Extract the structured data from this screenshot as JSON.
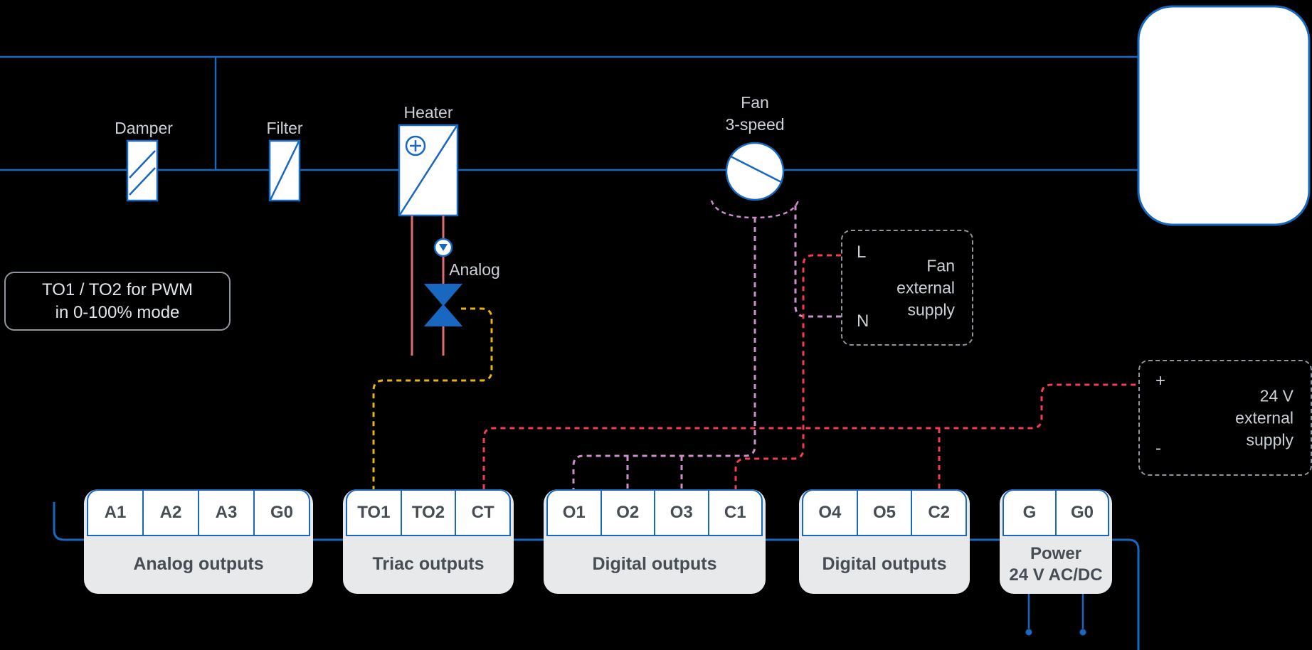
{
  "colors": {
    "background": "#000000",
    "diagram_blue": "#1867c0",
    "pipe_red": "#e06c6c",
    "supply_wire_red": "#f43b4f",
    "triac_wire_yellow": "#e8b50f",
    "fan_wire_purple": "#c98fc9",
    "box_border_gray": "#8f959c",
    "label_gray": "#ccd1d8",
    "block_background": "#e8e9ea",
    "block_text": "#474d54"
  },
  "components": {
    "damper": "Damper",
    "filter": "Filter",
    "heater": "Heater",
    "fan_line1": "Fan",
    "fan_line2": "3-speed",
    "valve_signal": "Analog"
  },
  "note": {
    "line1": "TO1 / TO2 for PWM",
    "line2": "in 0-100% mode"
  },
  "fan_supply": {
    "live": "L",
    "neutral": "N",
    "line1": "Fan",
    "line2": "external",
    "line3": "supply"
  },
  "dc_supply": {
    "positive": "+",
    "negative": "-",
    "line1": "24 V",
    "line2": "external",
    "line3": "supply"
  },
  "terminal_blocks": [
    {
      "caption": "Analog outputs",
      "terminals": [
        "A1",
        "A2",
        "A3",
        "G0"
      ]
    },
    {
      "caption": "Triac outputs",
      "terminals": [
        "TO1",
        "TO2",
        "CT"
      ]
    },
    {
      "caption": "Digital outputs",
      "terminals": [
        "O1",
        "O2",
        "O3",
        "C1"
      ]
    },
    {
      "caption": "Digital outputs",
      "terminals": [
        "O4",
        "O5",
        "C2"
      ]
    },
    {
      "caption_line1": "Power",
      "caption_line2": "24 V AC/DC",
      "terminals": [
        "G",
        "G0"
      ]
    }
  ]
}
